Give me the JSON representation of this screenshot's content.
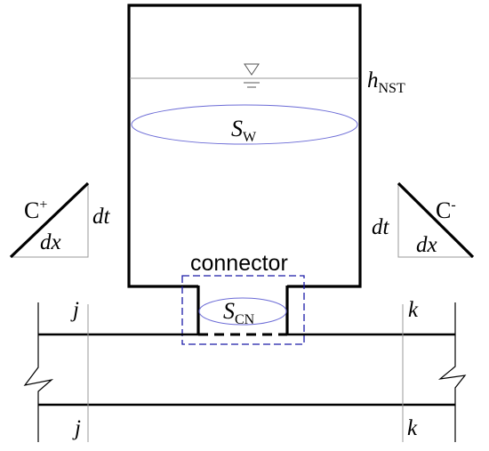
{
  "labels": {
    "water_level": {
      "main": "h",
      "sub": "NST"
    },
    "tank_area": {
      "main": "S",
      "sub": "W"
    },
    "connector_area": {
      "main": "S",
      "sub": "CN"
    },
    "connector": "connector",
    "c_plus": {
      "main": "C",
      "sup": "+"
    },
    "c_minus": {
      "main": "C",
      "sup": "-"
    },
    "dt": "dt",
    "dx": "dx",
    "node_j": "j",
    "node_k": "k"
  },
  "colors": {
    "line": "#000000",
    "ellipse": "#6b6bd6",
    "connector_box": "#1a1aa8",
    "thin": "#9a9a9a"
  }
}
